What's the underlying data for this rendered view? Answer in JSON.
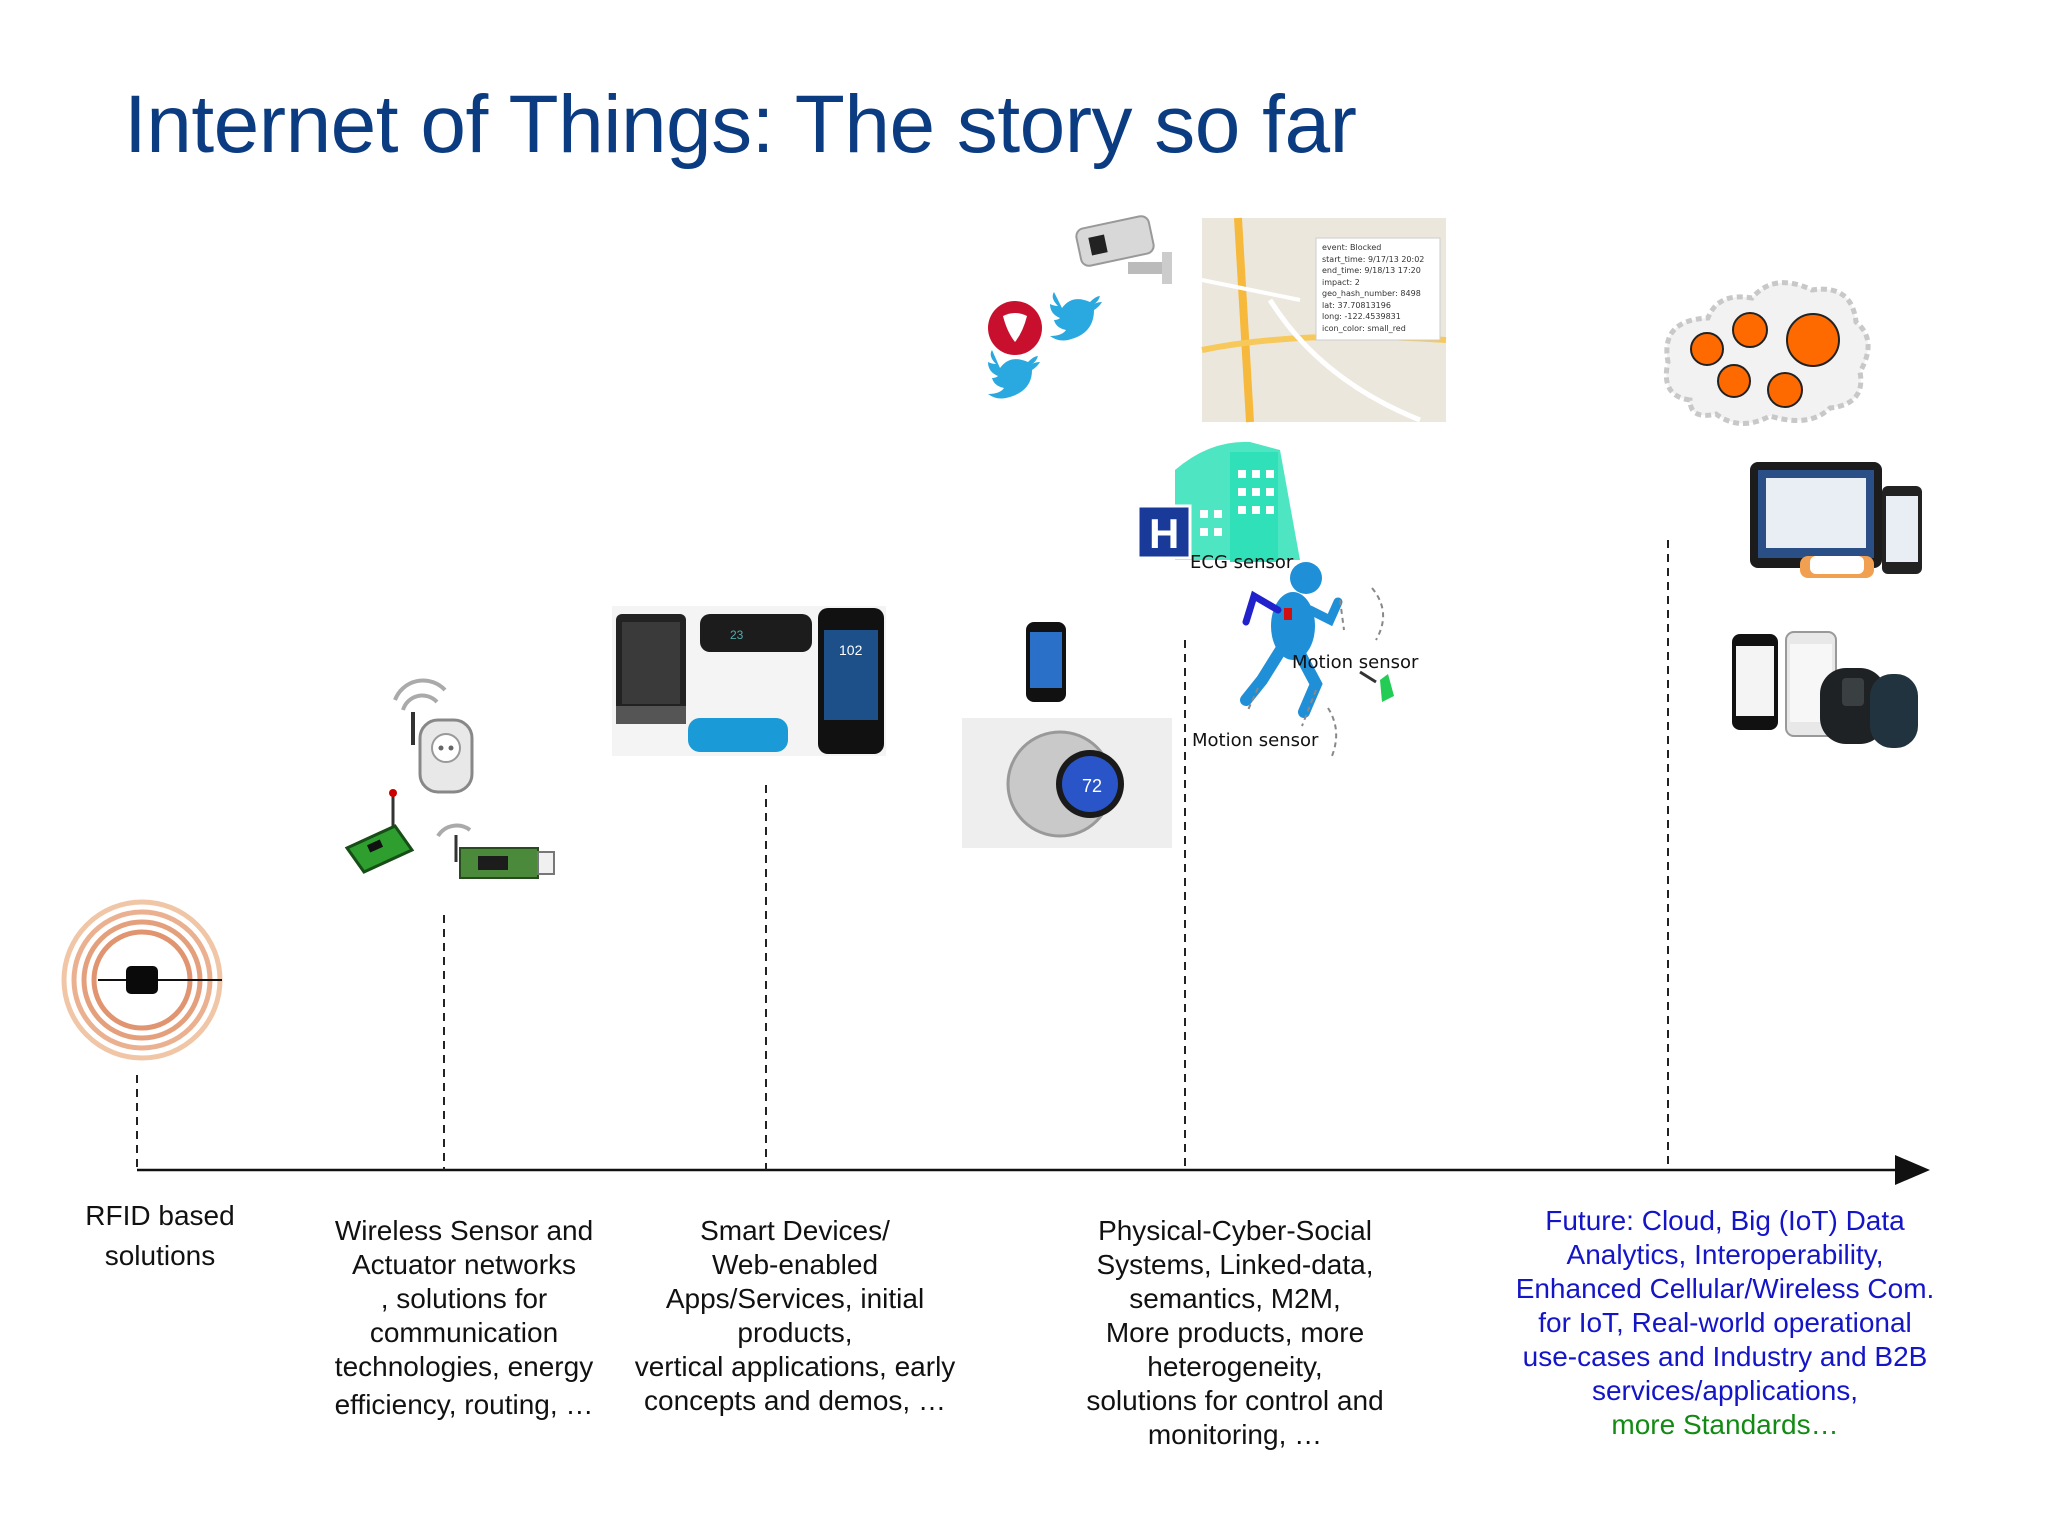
{
  "title": "Internet of Things: The story so far",
  "stages": [
    {
      "id": "rfid",
      "lines": [
        "RFID based",
        "solutions"
      ],
      "color": "#111111"
    },
    {
      "id": "wsn",
      "lines": [
        "Wireless Sensor and",
        "Actuator networks",
        ", solutions for",
        "communication",
        "technologies, energy",
        "efficiency, routing, …"
      ],
      "color": "#111111"
    },
    {
      "id": "smart",
      "lines": [
        "Smart Devices/",
        "Web-enabled",
        "Apps/Services, initial",
        "products,",
        "vertical applications, early",
        "concepts and demos, …"
      ],
      "color": "#111111"
    },
    {
      "id": "pcss",
      "lines": [
        "Physical-Cyber-Social",
        "Systems, Linked-data,",
        "semantics, M2M,",
        "More products, more",
        "heterogeneity,",
        "solutions for control and",
        "monitoring, …"
      ],
      "color": "#111111"
    },
    {
      "id": "future",
      "lines": [
        "Future: Cloud, Big (IoT) Data",
        "Analytics, Interoperability,",
        "Enhanced Cellular/Wireless Com.",
        "for IoT, Real-world operational",
        "use-cases and Industry and B2B",
        "services/applications,"
      ],
      "last_line": "more Standards…",
      "color": "#1515c8",
      "last_color": "#138a13"
    }
  ],
  "annotations": {
    "ecg": "ECG sensor",
    "motion1": "Motion sensor",
    "motion2": "Motion sensor"
  },
  "thermostat_value": "72",
  "phone_temp": "102",
  "band_reading": "23",
  "map_popup": {
    "lines": [
      "event: Blocked",
      "start_time: 9/17/13 20:02",
      "end_time: 9/18/13 17:20",
      "impact: 2",
      "geo_hash_number: 8498",
      "lat: 37.70813196",
      "long: -122.4539831",
      "icon_color: small_red"
    ]
  },
  "hospital_letter": "H",
  "colors": {
    "title": "#0b3c82",
    "future_text": "#1515c8",
    "standards_text": "#138a13",
    "cloud_dots": "#ff6a00",
    "hospital": "#2fe0b8"
  }
}
